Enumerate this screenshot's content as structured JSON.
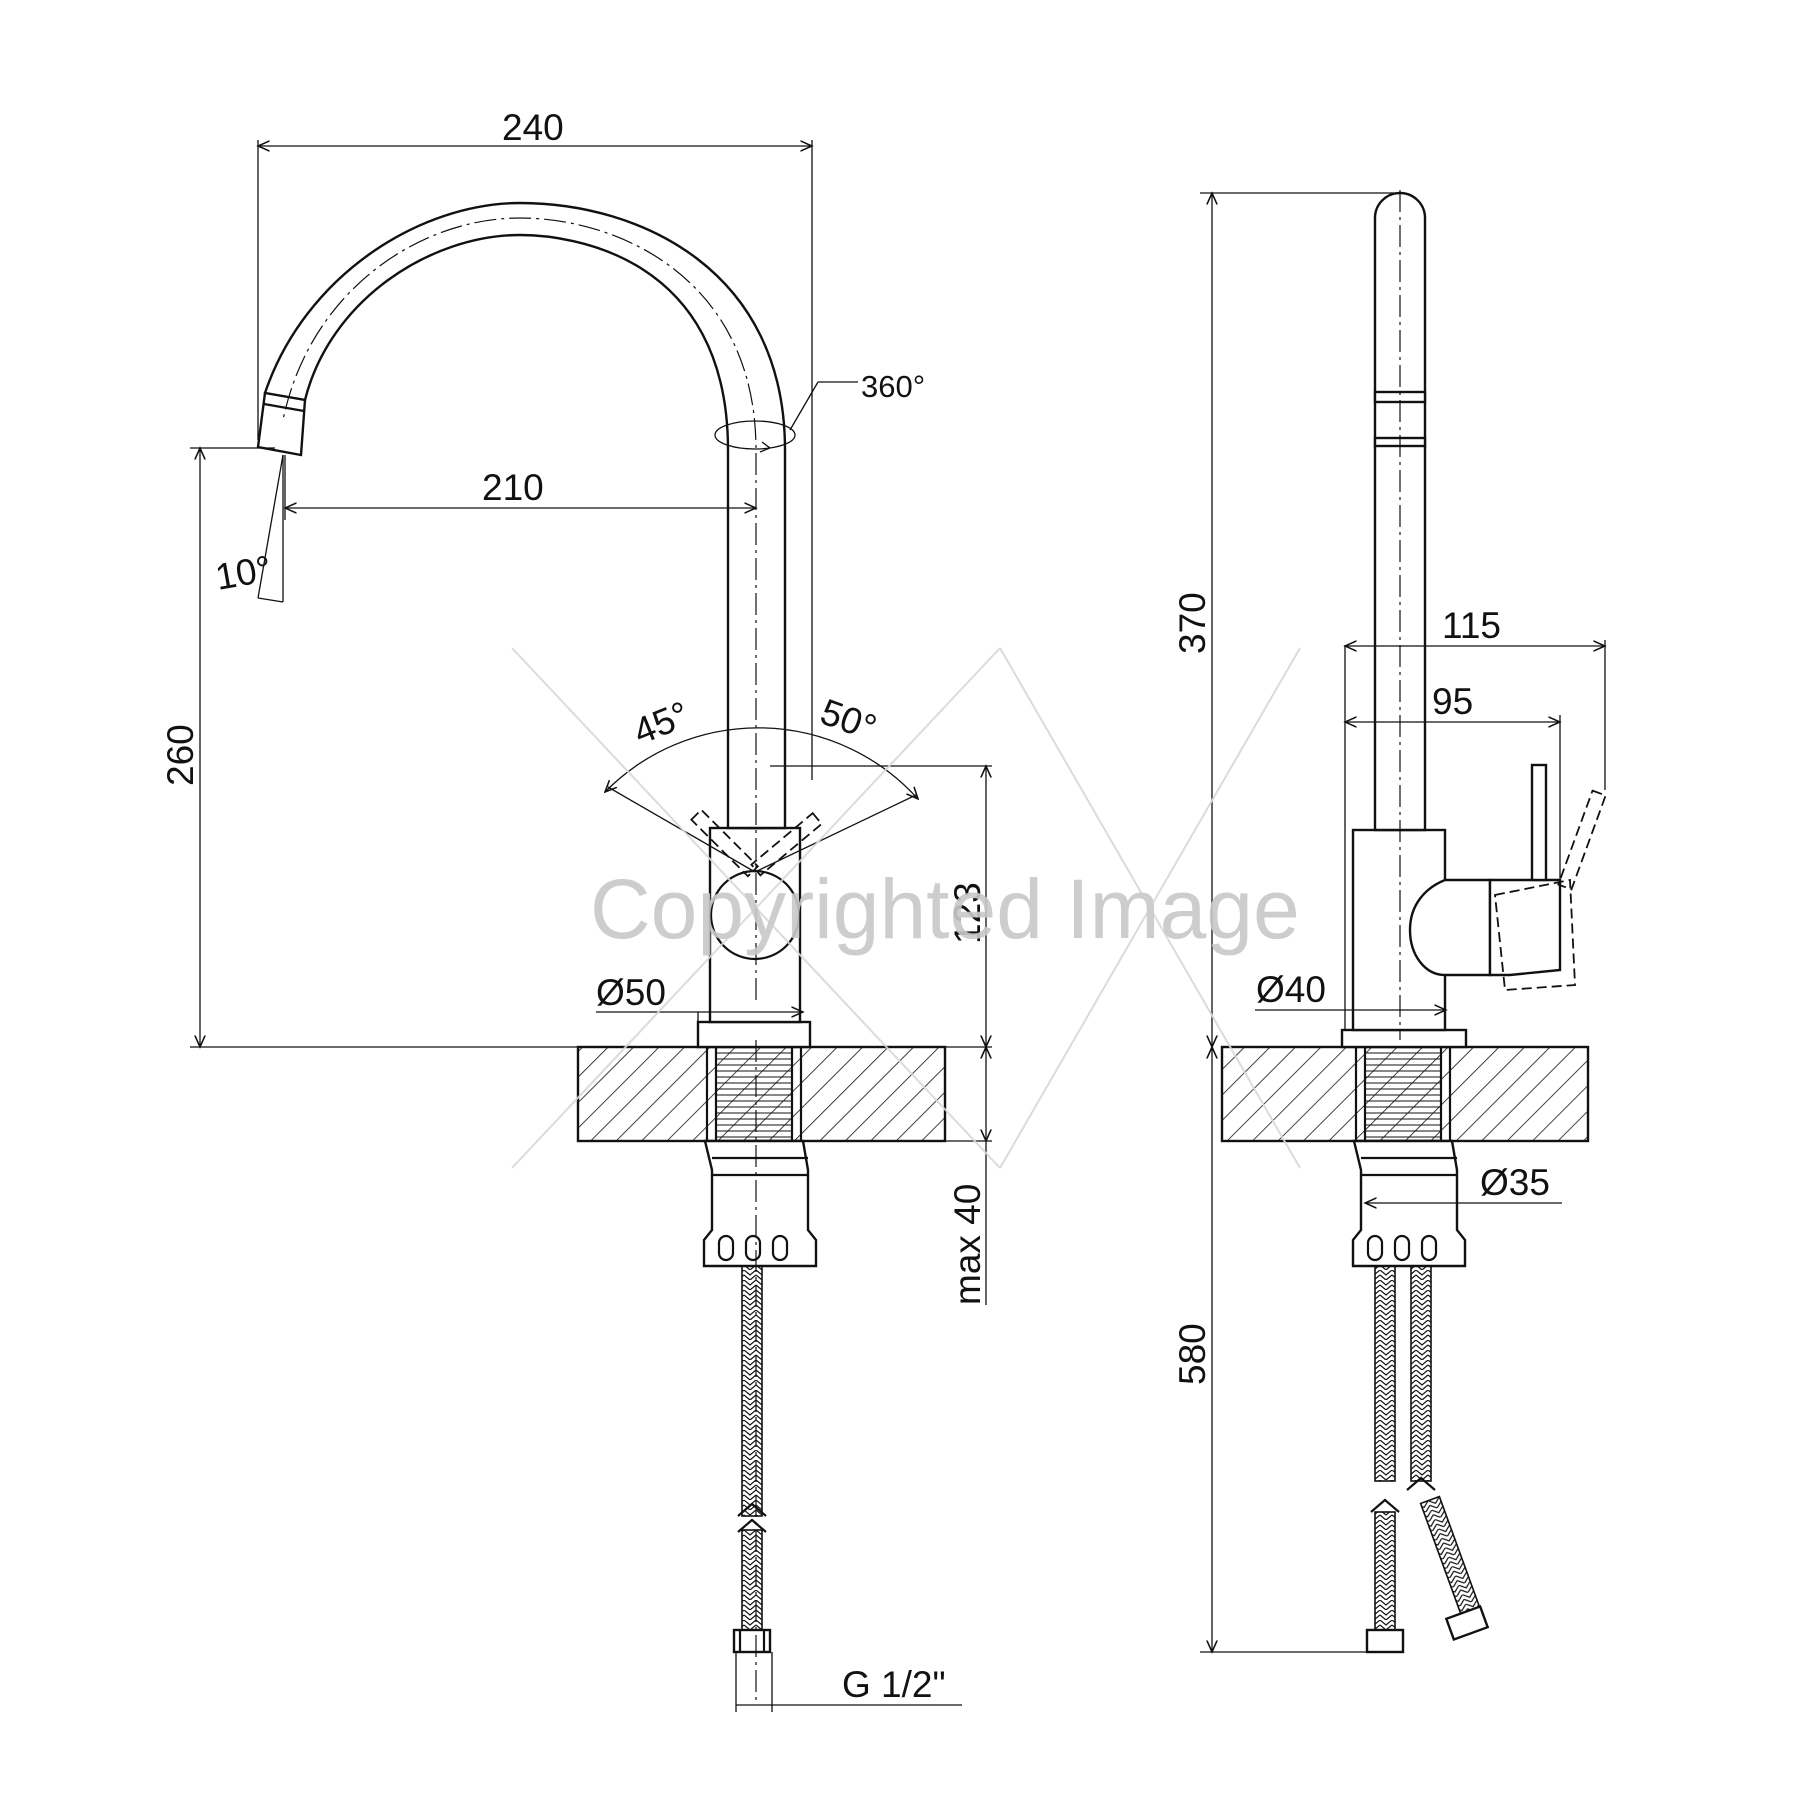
{
  "front_view": {
    "dim_width": "240",
    "dim_reach": "210",
    "dim_height": "260",
    "dim_spout_angle": "10°",
    "dim_rotation": "360°",
    "dim_lever_left": "45°",
    "dim_lever_right": "50°",
    "dim_body_height": "123",
    "dim_body_diameter": "Ø50",
    "dim_counter_depth": "max 40",
    "dim_connection": "G 1/2\""
  },
  "side_view": {
    "dim_total_height": "370",
    "dim_lever_reach": "115",
    "dim_lever_offset": "95",
    "dim_body_diameter": "Ø40",
    "dim_hole_diameter": "Ø35",
    "dim_hose_length": "580"
  },
  "watermark": {
    "text": "Copyrighted Image"
  }
}
